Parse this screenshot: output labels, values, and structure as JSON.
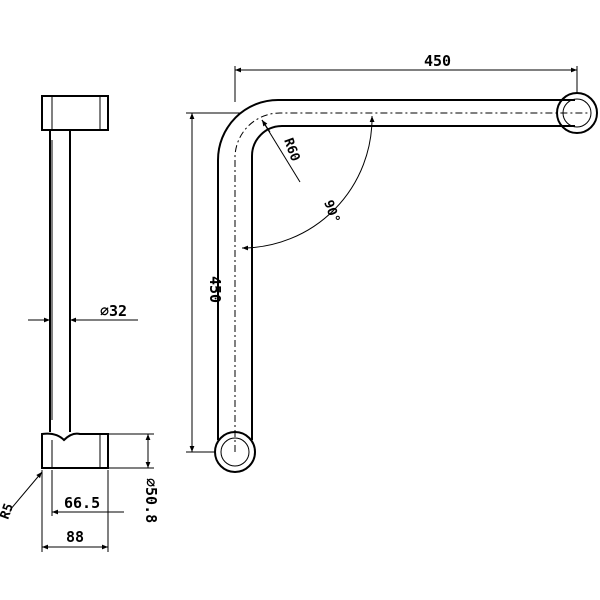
{
  "dimensions": {
    "horizontal_length": "450",
    "vertical_length": "450",
    "bend_radius": "R60",
    "bend_angle": "90°",
    "bar_diameter": "∅32",
    "flange_radius": "R5",
    "flange_inner_width": "66.5",
    "flange_width": "88",
    "flange_diameter": "∅50.8"
  }
}
